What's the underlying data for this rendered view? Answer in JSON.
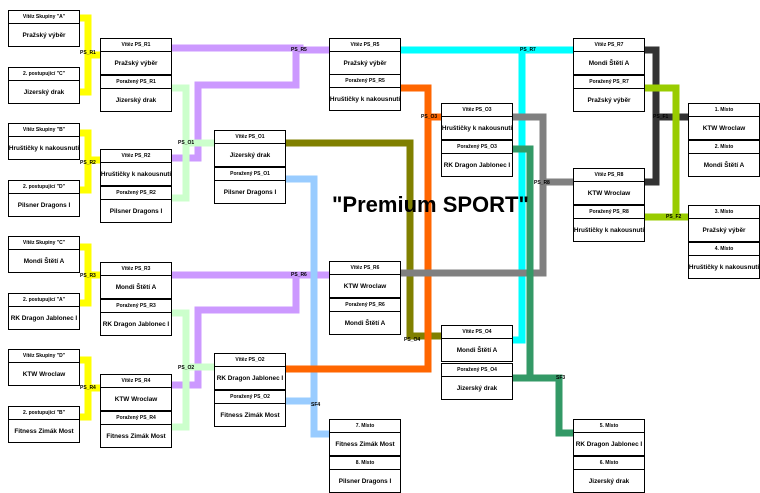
{
  "title": "\"Premium SPORT\"",
  "boxes": {
    "a1": {
      "h": "Vítěz Skupiny \"A\"",
      "t": "Pražský výběr"
    },
    "a2": {
      "h": "2. postupující \"C\"",
      "t": "Jizerský drak"
    },
    "a3": {
      "h": "Vítěz Skupiny \"B\"",
      "t": "Hruštičky k nakousnutí"
    },
    "a4": {
      "h": "2. postupující \"D\"",
      "t": "Pilsner Dragons I"
    },
    "a5": {
      "h": "Vítěz Skupiny \"C\"",
      "t": "Mondi Štětí A"
    },
    "a6": {
      "h": "2. postupující \"A\"",
      "t": "RK Dragon Jablonec I"
    },
    "a7": {
      "h": "Vítěz Skupiny \"D\"",
      "t": "KTW Wroclaw"
    },
    "a8": {
      "h": "2. postupující \"B\"",
      "t": "Fitness Zimák Most"
    },
    "b1": {
      "h": "Vítěz PS_R1",
      "t": "Pražský výběr"
    },
    "b2": {
      "h": "Poražený PS_R1",
      "t": "Jizerský drak"
    },
    "b3": {
      "h": "Vítěz PS_R2",
      "t": "Hruštičky k nakousnutí"
    },
    "b4": {
      "h": "Poražený PS_R2",
      "t": "Pilsner Dragons I"
    },
    "b5": {
      "h": "Vítěz PS_R3",
      "t": "Mondi Štětí A"
    },
    "b6": {
      "h": "Poražený PS_R3",
      "t": "RK Dragon Jablonec I"
    },
    "b7": {
      "h": "Vítěz PS_R4",
      "t": "KTW Wroclaw"
    },
    "b8": {
      "h": "Poražený PS_R4",
      "t": "Fitness Zimák Most"
    },
    "c1": {
      "h": "Vítěz PS_O1",
      "t": "Jizerský drak"
    },
    "c2": {
      "h": "Poražený PS_O1",
      "t": "Pilsner Dragons I"
    },
    "c3": {
      "h": "Vítěz PS_O2",
      "t": "RK Dragon Jablonec I"
    },
    "c4": {
      "h": "Poražený PS_O2",
      "t": "Fitness Zimák Most"
    },
    "d1": {
      "h": "Vítěz PS_R5",
      "t": "Pražský výběr"
    },
    "d2": {
      "h": "Poražený PS_R5",
      "t": "Hruštičky k nakousnutí"
    },
    "d3": {
      "h": "Vítěz PS_R6",
      "t": "KTW Wroclaw"
    },
    "d4": {
      "h": "Poražený PS_R6",
      "t": "Mondi Štětí A"
    },
    "d5": {
      "h": "7. Místo",
      "t": "Fitness Zimák Most"
    },
    "d6": {
      "h": "8. Místo",
      "t": "Pilsner Dragons I"
    },
    "e1": {
      "h": "Vítěz PS_O3",
      "t": "Hruštičky k nakousnutí"
    },
    "e2": {
      "h": "Poražený PS_O3",
      "t": "RK Dragon Jablonec I"
    },
    "e3": {
      "h": "Vítěz PS_O4",
      "t": "Mondi Štětí A"
    },
    "e4": {
      "h": "Poražený PS_O4",
      "t": "Jizerský drak"
    },
    "f1": {
      "h": "Vítěz PS_R7",
      "t": "Mondi Štětí A"
    },
    "f2": {
      "h": "Poražený PS_R7",
      "t": "Pražský výběr"
    },
    "f3": {
      "h": "Vítěz PS_R8",
      "t": "KTW Wroclaw"
    },
    "f4": {
      "h": "Poražený PS_R8",
      "t": "Hruštičky k nakousnutí"
    },
    "f5": {
      "h": "5. Místo",
      "t": "RK Dragon Jablonec I"
    },
    "f6": {
      "h": "6. Místo",
      "t": "Jizerský drak"
    },
    "g1": {
      "h": "1. Místo",
      "t": "KTW Wroclaw"
    },
    "g2": {
      "h": "2. Místo",
      "t": "Mondi Štětí A"
    },
    "g3": {
      "h": "3. Místo",
      "t": "Pražský výběr"
    },
    "g4": {
      "h": "4. Místo",
      "t": "Hruštičky k nakousnutí"
    }
  },
  "labels": {
    "r1": "PS_R1",
    "r2": "PS_R2",
    "r3": "PS_R3",
    "r4": "PS_R4",
    "r5": "PS_R5",
    "r6": "PS_R6",
    "r7": "PS_R7",
    "r8": "PS_R8",
    "o1": "PS_O1",
    "o2": "PS_O2",
    "o3": "PS_O3",
    "o4": "PS_O4",
    "f1": "PS_F1",
    "f2": "PS_F2",
    "sf3": "SF3",
    "sf4": "SF4"
  },
  "colors": {
    "yellow": "#ffff00",
    "lavender": "#cc99ff",
    "mint": "#ccffcc",
    "olive": "#808000",
    "lightblue": "#99ccff",
    "orange": "#ff6600",
    "cyan": "#00ffff",
    "grey": "#808080",
    "green": "#339966",
    "black": "#333333",
    "lime": "#99cc00"
  }
}
